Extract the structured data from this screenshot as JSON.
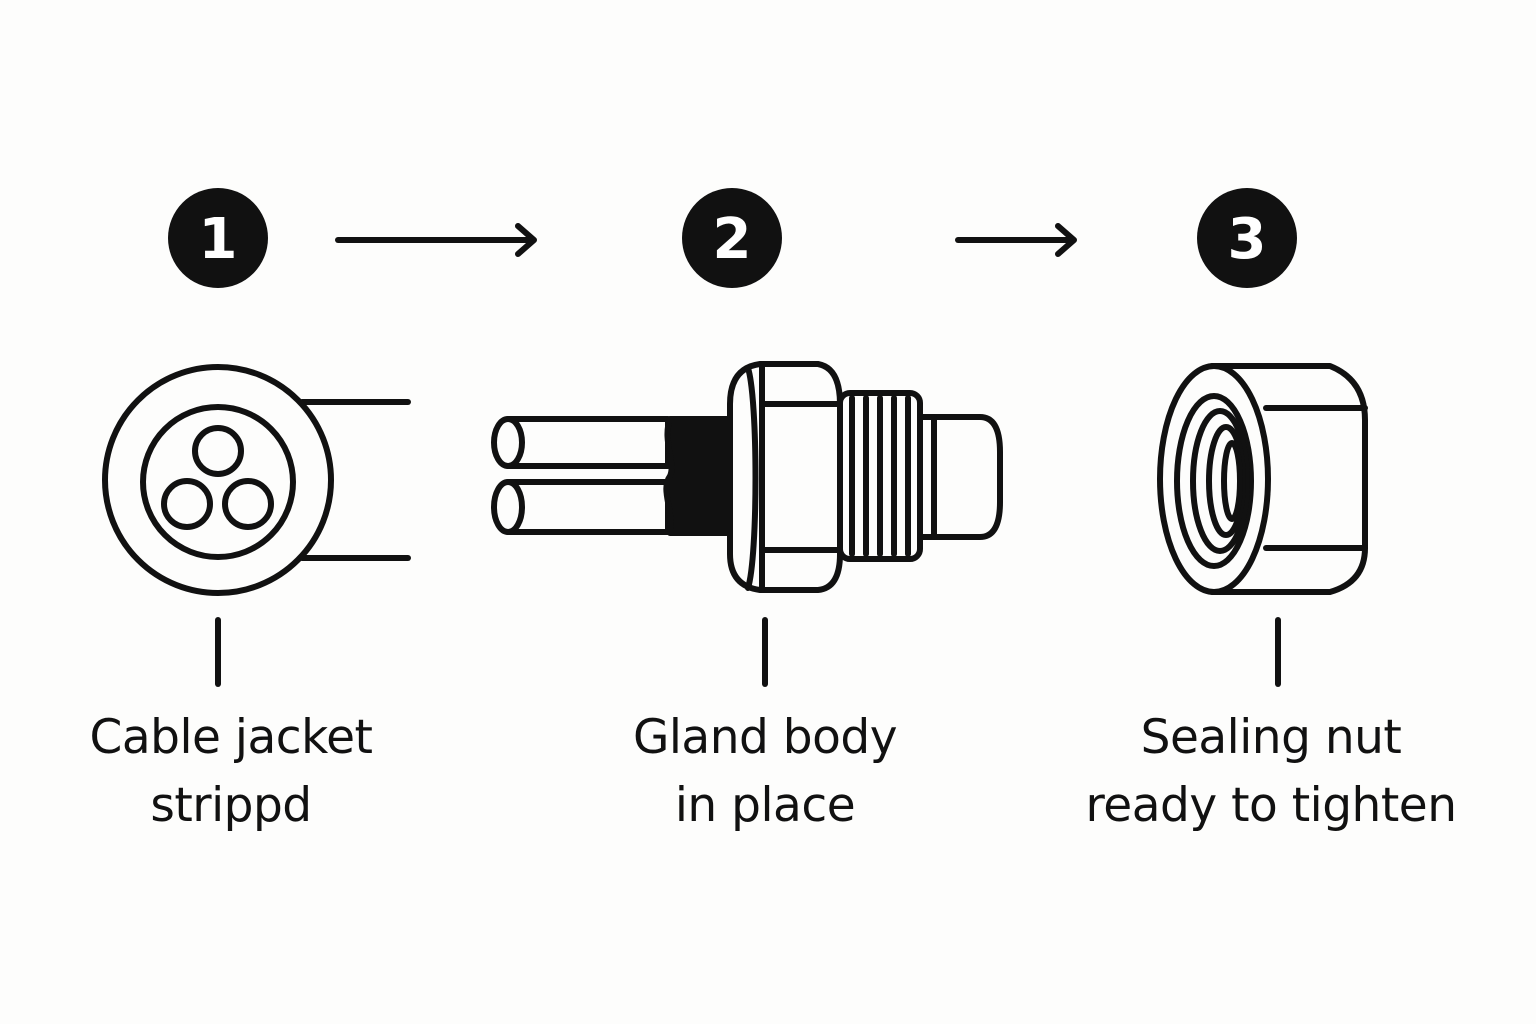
{
  "colors": {
    "ink": "#111111",
    "paper": "#fdfdfc"
  },
  "steps": [
    {
      "number": "1",
      "caption_line1": "Cable jacket",
      "caption_line2": "strippd"
    },
    {
      "number": "2",
      "caption_line1": "Gland body",
      "caption_line2": "in place"
    },
    {
      "number": "3",
      "caption_line1": "Sealing nut",
      "caption_line2": "ready to tighten"
    }
  ]
}
